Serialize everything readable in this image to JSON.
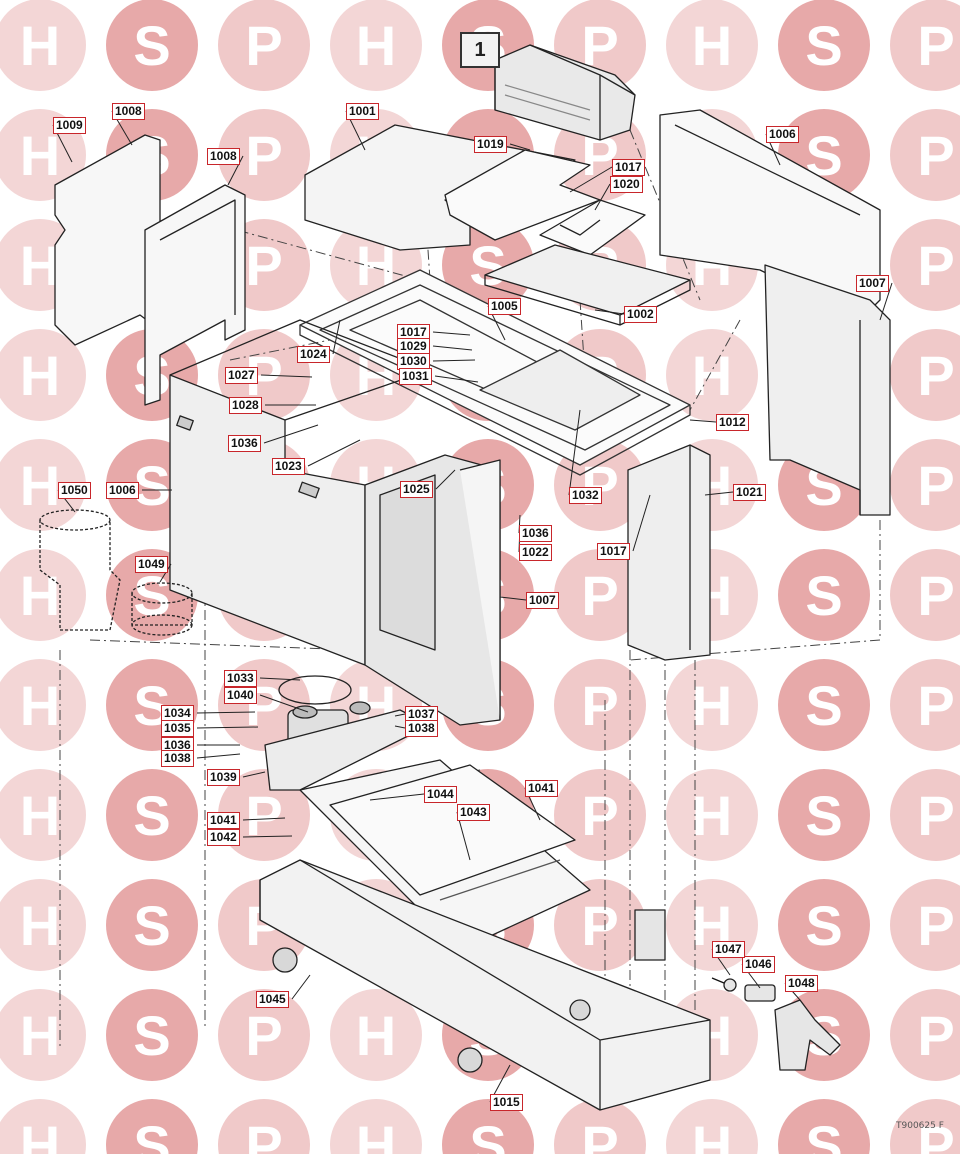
{
  "watermark": {
    "letters": [
      "H",
      "S",
      "P"
    ],
    "colors": {
      "H": "#f3d6d6",
      "S": "#e7a9a9",
      "P": "#f0c9c9"
    }
  },
  "figure_number": "1",
  "drawing_ref": "T900625 F",
  "accent_color": "#c8262b",
  "parts": [
    {
      "id": "1001"
    },
    {
      "id": "1002"
    },
    {
      "id": "1005"
    },
    {
      "id": "1006"
    },
    {
      "id": "1006"
    },
    {
      "id": "1007"
    },
    {
      "id": "1007"
    },
    {
      "id": "1008"
    },
    {
      "id": "1008"
    },
    {
      "id": "1009"
    },
    {
      "id": "1012"
    },
    {
      "id": "1015"
    },
    {
      "id": "1017"
    },
    {
      "id": "1017"
    },
    {
      "id": "1017"
    },
    {
      "id": "1019"
    },
    {
      "id": "1020"
    },
    {
      "id": "1021"
    },
    {
      "id": "1022"
    },
    {
      "id": "1023"
    },
    {
      "id": "1024"
    },
    {
      "id": "1025"
    },
    {
      "id": "1027"
    },
    {
      "id": "1028"
    },
    {
      "id": "1029"
    },
    {
      "id": "1030"
    },
    {
      "id": "1031"
    },
    {
      "id": "1032"
    },
    {
      "id": "1033"
    },
    {
      "id": "1034"
    },
    {
      "id": "1035"
    },
    {
      "id": "1036"
    },
    {
      "id": "1036"
    },
    {
      "id": "1036"
    },
    {
      "id": "1037"
    },
    {
      "id": "1038"
    },
    {
      "id": "1038"
    },
    {
      "id": "1039"
    },
    {
      "id": "1040"
    },
    {
      "id": "1041"
    },
    {
      "id": "1041"
    },
    {
      "id": "1042"
    },
    {
      "id": "1043"
    },
    {
      "id": "1044"
    },
    {
      "id": "1045"
    },
    {
      "id": "1046"
    },
    {
      "id": "1047"
    },
    {
      "id": "1048"
    },
    {
      "id": "1049"
    },
    {
      "id": "1050"
    }
  ]
}
